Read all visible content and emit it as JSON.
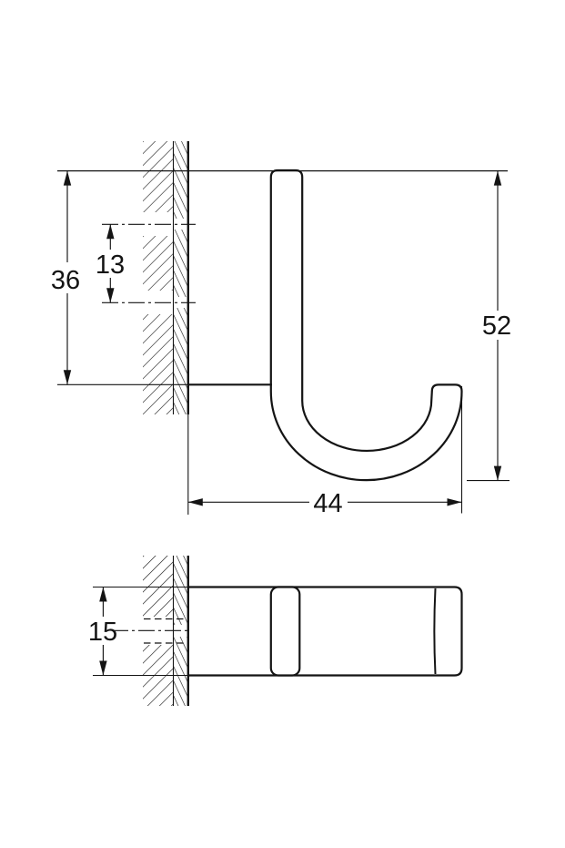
{
  "drawing": {
    "side_view": {
      "dims": {
        "mount_height": "36",
        "hole_spacing": "13",
        "overall_height": "52",
        "projection_depth": "44"
      }
    },
    "bottom_view": {
      "dims": {
        "body_width": "15"
      }
    },
    "colors": {
      "line": "#141414",
      "background": "#ffffff"
    }
  }
}
